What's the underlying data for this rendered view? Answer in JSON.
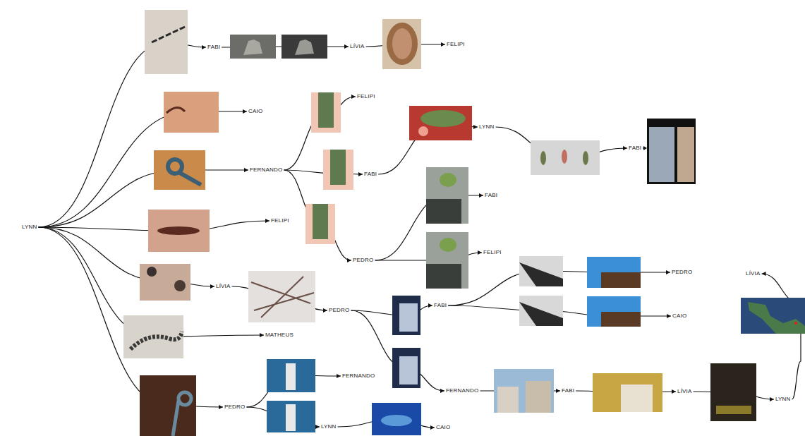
{
  "diagram": {
    "nodes": [
      {
        "text": [
          "LYNN"
        ]
      },
      {
        "text": [
          "FABI"
        ]
      },
      {
        "text": [
          "LÍVIA"
        ]
      },
      {
        "text": [
          "FELIPI"
        ]
      },
      {
        "text": [
          "CAIO"
        ]
      },
      {
        "text": [
          "FERNANDO"
        ]
      },
      {
        "text": [
          "FELIPI"
        ]
      },
      {
        "text": [
          "FABI"
        ]
      },
      {
        "text": [
          "LYNN"
        ]
      },
      {
        "text": [
          "FABI"
        ]
      },
      {
        "text": [
          "PEDRO"
        ]
      },
      {
        "text": [
          "FABI"
        ]
      },
      {
        "text": [
          "FELIPI"
        ]
      },
      {
        "text": [
          "FELIPI"
        ]
      },
      {
        "text": [
          "LÍVIA"
        ]
      },
      {
        "text": [
          "PEDRO"
        ]
      },
      {
        "text": [
          "FABI"
        ]
      },
      {
        "text": [
          "PEDRO"
        ]
      },
      {
        "text": [
          "CAIO"
        ]
      },
      {
        "text": [
          "FERNANDO"
        ]
      },
      {
        "text": [
          "FABI"
        ]
      },
      {
        "text": [
          "LÍVIA"
        ]
      },
      {
        "text": [
          "LYNN"
        ]
      },
      {
        "text": [
          "LÍVIA"
        ]
      },
      {
        "text": [
          "MATHEUS"
        ]
      },
      {
        "text": [
          "PEDRO"
        ]
      },
      {
        "text": [
          "FERNANDO"
        ]
      },
      {
        "text": [
          "LYNN"
        ]
      },
      {
        "text": [
          "CAIO"
        ]
      }
    ],
    "edges": [
      {
        "from": 0,
        "to": 1,
        "arrow": "to"
      },
      {
        "from": 1,
        "to": 2,
        "arrow": "to"
      },
      {
        "from": 2,
        "to": 3,
        "arrow": "to"
      },
      {
        "from": 0,
        "to": 4,
        "arrow": "to"
      },
      {
        "from": 0,
        "to": 5,
        "arrow": "to"
      },
      {
        "from": 5,
        "to": 6,
        "arrow": "to"
      },
      {
        "from": 5,
        "to": 7,
        "arrow": "to"
      },
      {
        "from": 5,
        "to": 10,
        "arrow": "to"
      },
      {
        "from": 7,
        "to": 8,
        "arrow": "to"
      },
      {
        "from": 8,
        "to": 9,
        "arrow": "to"
      },
      {
        "from": 10,
        "to": 11,
        "arrow": "to"
      },
      {
        "from": 10,
        "to": 12,
        "arrow": "to"
      },
      {
        "from": 0,
        "to": 13,
        "arrow": "to"
      },
      {
        "from": 0,
        "to": 14,
        "arrow": "to"
      },
      {
        "from": 14,
        "to": 15,
        "arrow": "to"
      },
      {
        "from": 15,
        "to": 16,
        "arrow": "to"
      },
      {
        "from": 16,
        "to": 17,
        "arrow": "to"
      },
      {
        "from": 16,
        "to": 18,
        "arrow": "to"
      },
      {
        "from": 15,
        "to": 19,
        "arrow": "to"
      },
      {
        "from": 19,
        "to": 20,
        "arrow": "to"
      },
      {
        "from": 20,
        "to": 21,
        "arrow": "to"
      },
      {
        "from": 21,
        "to": 22,
        "arrow": "to"
      },
      {
        "from": 22,
        "to": 23,
        "arrow": "to"
      },
      {
        "from": 0,
        "to": 24,
        "arrow": "to"
      },
      {
        "from": 0,
        "to": 25,
        "arrow": "to"
      },
      {
        "from": 25,
        "to": 26,
        "arrow": "to"
      },
      {
        "from": 25,
        "to": 27,
        "arrow": "to"
      },
      {
        "from": 27,
        "to": 28,
        "arrow": "to"
      }
    ]
  }
}
